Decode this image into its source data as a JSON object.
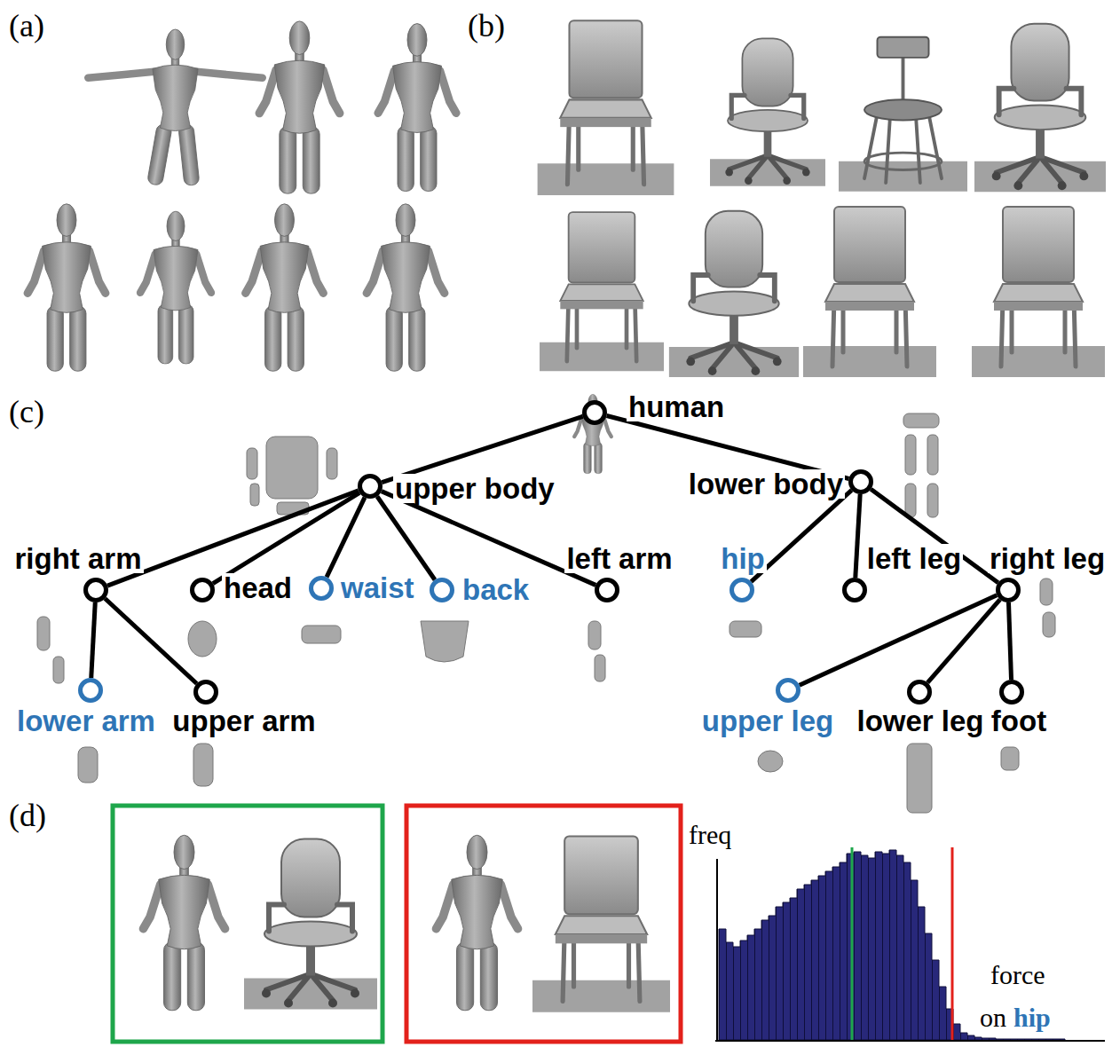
{
  "diagram": {
    "nodes": [
      {
        "text": [
          "human"
        ]
      },
      {
        "text": [
          "upper body"
        ]
      },
      {
        "text": [
          "lower body"
        ]
      },
      {
        "text": [
          "right arm"
        ]
      },
      {
        "text": [
          "head"
        ]
      },
      {
        "text": [
          "waist"
        ]
      },
      {
        "text": [
          "back"
        ]
      },
      {
        "text": [
          "left arm"
        ]
      },
      {
        "text": [
          "hip"
        ]
      },
      {
        "text": [
          "left leg"
        ]
      },
      {
        "text": [
          "right leg"
        ]
      },
      {
        "text": [
          "lower arm"
        ]
      },
      {
        "text": [
          "upper arm"
        ]
      },
      {
        "text": [
          "upper leg"
        ]
      },
      {
        "text": [
          "lower leg"
        ]
      },
      {
        "text": [
          "foot"
        ]
      }
    ],
    "edges": [
      {
        "from": 0,
        "to": 1,
        "arrow": "none"
      },
      {
        "from": 0,
        "to": 2,
        "arrow": "none"
      },
      {
        "from": 1,
        "to": 3,
        "arrow": "none"
      },
      {
        "from": 1,
        "to": 4,
        "arrow": "none"
      },
      {
        "from": 1,
        "to": 5,
        "arrow": "none"
      },
      {
        "from": 1,
        "to": 6,
        "arrow": "none"
      },
      {
        "from": 1,
        "to": 7,
        "arrow": "none"
      },
      {
        "from": 2,
        "to": 8,
        "arrow": "none"
      },
      {
        "from": 2,
        "to": 9,
        "arrow": "none"
      },
      {
        "from": 2,
        "to": 10,
        "arrow": "none"
      },
      {
        "from": 3,
        "to": 11,
        "arrow": "none"
      },
      {
        "from": 3,
        "to": 12,
        "arrow": "none"
      },
      {
        "from": 10,
        "to": 13,
        "arrow": "none"
      },
      {
        "from": 10,
        "to": 14,
        "arrow": "none"
      },
      {
        "from": 10,
        "to": 15,
        "arrow": "none"
      }
    ],
    "labels": [
      "(a)",
      "(b)",
      "(c)",
      "(d)",
      "freq",
      "force",
      "on",
      "hip"
    ]
  }
}
